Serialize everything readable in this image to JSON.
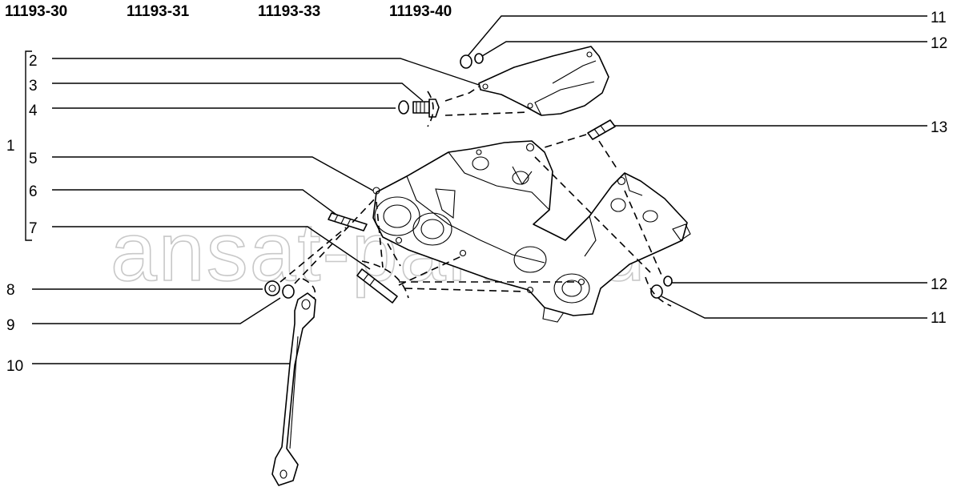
{
  "model_codes": [
    "11193-30",
    "11193-31",
    "11193-33",
    "11193-40"
  ],
  "callouts_left": [
    "1",
    "2",
    "3",
    "4",
    "5",
    "6",
    "7",
    "8",
    "9",
    "10"
  ],
  "callouts_right": [
    "11",
    "12",
    "13",
    "12",
    "11"
  ],
  "watermark": "ansat-parts.ru"
}
